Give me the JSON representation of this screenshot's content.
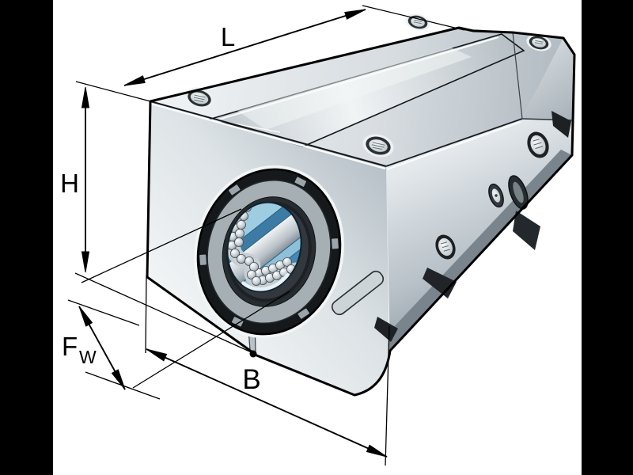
{
  "figure": {
    "name": "linear-ball-bearing-unit-isometric-drawing"
  },
  "dimensions": {
    "length": {
      "label": "L"
    },
    "height": {
      "label": "H"
    },
    "bore": {
      "label": "F",
      "subscript": "W"
    },
    "width": {
      "label": "B"
    }
  },
  "colors": {
    "background": "#000000",
    "canvas": "#ffffff",
    "line_color": "#000000",
    "bore_blue": "#4488b3",
    "bore_blue_light": "#9ecde2",
    "bore_blue_dark": "#3c7ba4",
    "metal_light": "#e9eef1",
    "metal_mid": "#aab4bb",
    "metal_dark": "#20252a",
    "ring_gray": "#8b969c"
  }
}
